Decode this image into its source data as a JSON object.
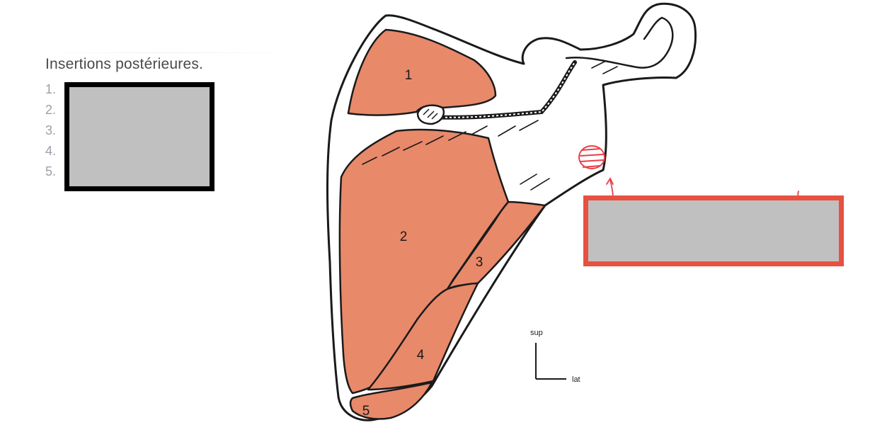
{
  "legend": {
    "title": "Insertions postérieures.",
    "items": [
      "1.",
      "2.",
      "3.",
      "4.",
      "5."
    ]
  },
  "figure": {
    "muscle_labels": [
      "1",
      "2",
      "3",
      "4",
      "5"
    ],
    "orientation": {
      "sup_label": "sup",
      "lat_label": "lat"
    }
  },
  "colors": {
    "muscle_fill": "#e8896a",
    "outline": "#1a1a1a",
    "mask_grey": "#c0c0c0",
    "mask_black_border": "#000000",
    "mask_red_border": "#e85040",
    "red_annotation": "#e8404a"
  }
}
